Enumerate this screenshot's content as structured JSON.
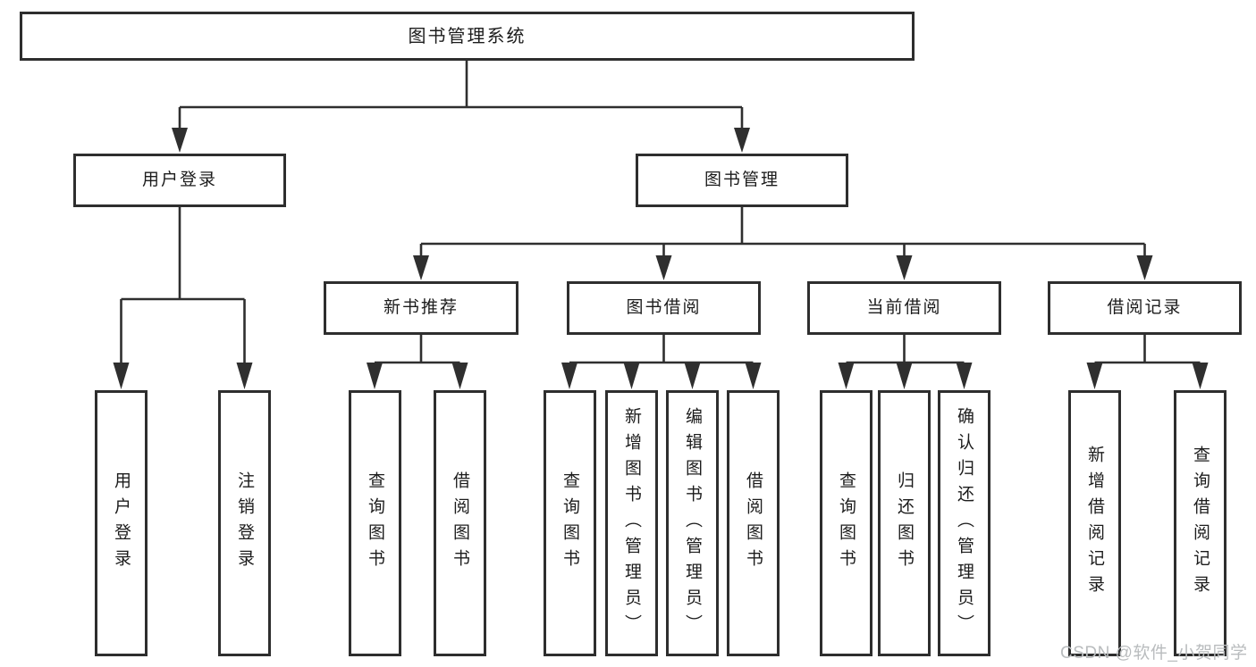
{
  "diagram": {
    "root": {
      "label": "图书管理系统"
    },
    "level2": [
      {
        "label": "用户登录",
        "leaves": [
          {
            "label": "用户登录"
          },
          {
            "label": "注销登录"
          }
        ]
      },
      {
        "label": "图书管理",
        "level3": [
          {
            "label": "新书推荐",
            "leaves": [
              {
                "label": "查询图书"
              },
              {
                "label": "借阅图书"
              }
            ]
          },
          {
            "label": "图书借阅",
            "leaves": [
              {
                "label": "查询图书"
              },
              {
                "label": "新增图书（管理员）"
              },
              {
                "label": "编辑图书（管理员）"
              },
              {
                "label": "借阅图书"
              }
            ]
          },
          {
            "label": "当前借阅",
            "leaves": [
              {
                "label": "查询图书"
              },
              {
                "label": "归还图书"
              },
              {
                "label": "确认归还（管理员）"
              }
            ]
          },
          {
            "label": "借阅记录",
            "leaves": [
              {
                "label": "新增借阅记录"
              },
              {
                "label": "查询借阅记录"
              }
            ]
          }
        ]
      }
    ]
  },
  "watermark": {
    "text": "CSDN @软件_小贺同学"
  },
  "colors": {
    "line": "#2f2f2f",
    "border": "#2e2e2e",
    "text": "#1c1c1c",
    "watermark": "#b9bcbe"
  }
}
